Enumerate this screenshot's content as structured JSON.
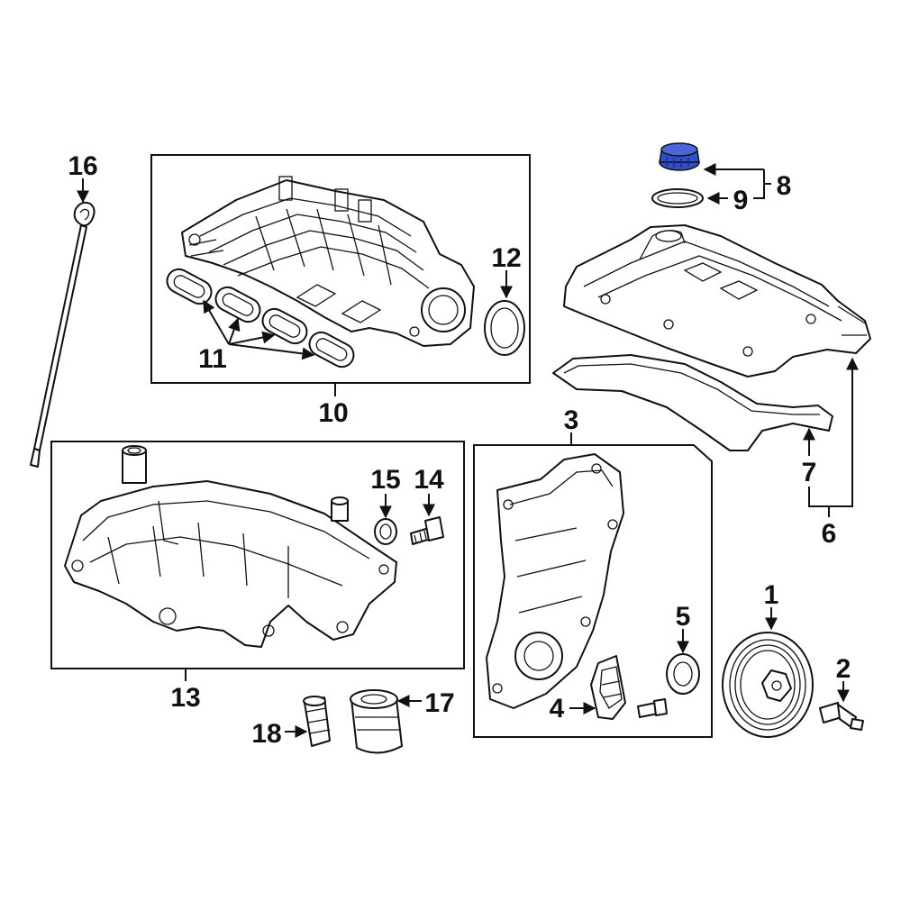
{
  "callouts": {
    "c1": "1",
    "c2": "2",
    "c3": "3",
    "c4": "4",
    "c5": "5",
    "c6": "6",
    "c7": "7",
    "c8": "8",
    "c9": "9",
    "c10": "10",
    "c11": "11",
    "c12": "12",
    "c13": "13",
    "c14": "14",
    "c15": "15",
    "c16": "16",
    "c17": "17",
    "c18": "18"
  },
  "colors": {
    "line": "#111111",
    "highlight_part": "#2f4fc9",
    "background": "#ffffff"
  },
  "highlighted_part": "8"
}
